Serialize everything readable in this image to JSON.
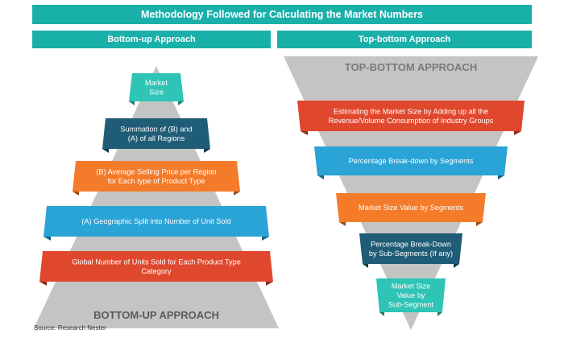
{
  "header": {
    "title": "Methodology Followed for Calculating the Market Numbers",
    "left_title": "Bottom-up Approach",
    "right_title": "Top-bottom Approach"
  },
  "bottom_up": {
    "pyramid_label": "BOTTOM-UP APPROACH",
    "bands": [
      {
        "lines": [
          "Market",
          "Size"
        ],
        "color": "#2ec4b6"
      },
      {
        "lines": [
          "Summation of (B) and",
          "(A) of all Regions"
        ],
        "color": "#1f5c76"
      },
      {
        "lines": [
          "(B) Average Selling Price per Region",
          "for Each type of Product Type"
        ],
        "color": "#f47b2a"
      },
      {
        "lines": [
          "(A) Geographic Split into Number of Unit Sold"
        ],
        "color": "#2aa3d6"
      },
      {
        "lines": [
          "Global Number of Units Sold for Each Product Type",
          "Category"
        ],
        "color": "#e0482e"
      }
    ]
  },
  "top_bottom": {
    "funnel_label": "TOP-BOTTOM APPROACH",
    "bands": [
      {
        "lines": [
          "Estimating the Market Size by Adding up all the",
          "Revenue/Volume Consumption of Industry Groups"
        ],
        "color": "#e0482e"
      },
      {
        "lines": [
          "Percentage Break-down by Segments"
        ],
        "color": "#2aa3d6"
      },
      {
        "lines": [
          "Market Size Value by Segments"
        ],
        "color": "#f47b2a"
      },
      {
        "lines": [
          "Percentage Break-Down",
          "by Sub-Segments (If any)"
        ],
        "color": "#1f5c76"
      },
      {
        "lines": [
          "Market Size",
          "Value by",
          "Sub-Segment"
        ],
        "color": "#2ec4b6"
      }
    ]
  },
  "source": "Source: Research Nester",
  "colors": {
    "header": "#1ab0aa",
    "shape_gray": "#c4c4c4",
    "label_gray": "#7a7a7a",
    "label_dark": "#5a5a5a"
  }
}
